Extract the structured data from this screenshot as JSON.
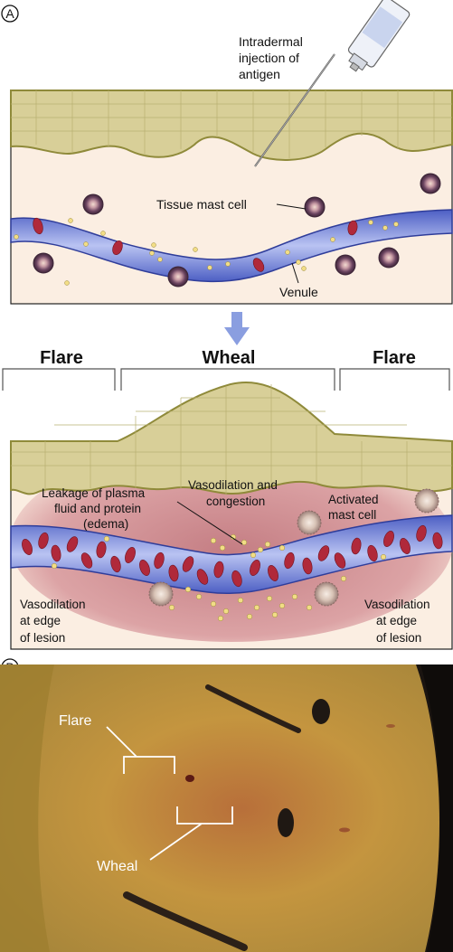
{
  "panel_a": {
    "letter": "A",
    "injection_label": [
      "Intradermal",
      "injection of",
      "antigen"
    ],
    "mast_cell_label": "Tissue mast cell",
    "venule_label": "Venule"
  },
  "panel_a_lower": {
    "flare_left": "Flare",
    "wheal": "Wheal",
    "flare_right": "Flare",
    "leakage_label": [
      "Leakage of plasma",
      "fluid and protein",
      "(edema)"
    ],
    "vasodilation_congestion": [
      "Vasodilation and",
      "congestion"
    ],
    "activated_mast_cell": [
      "Activated",
      "mast cell"
    ],
    "edge_left": [
      "Vasodilation",
      "at edge",
      "of lesion"
    ],
    "edge_right": [
      "Vasodilation",
      "at edge",
      "of lesion"
    ]
  },
  "panel_b": {
    "letter": "B",
    "flare_label": "Flare",
    "wheal_label": "Wheal"
  },
  "colors": {
    "epidermis": "#d8cf98",
    "epidermis_edge": "#8f8a3a",
    "dermis": "#fbeee2",
    "inflamed": "#c98a8e",
    "vessel": "#6f7fd6",
    "rbc": "#b0293a",
    "platelet": "#f2dd86",
    "mast_cell": "#5e3c56",
    "skin_photo": "#b89238"
  }
}
